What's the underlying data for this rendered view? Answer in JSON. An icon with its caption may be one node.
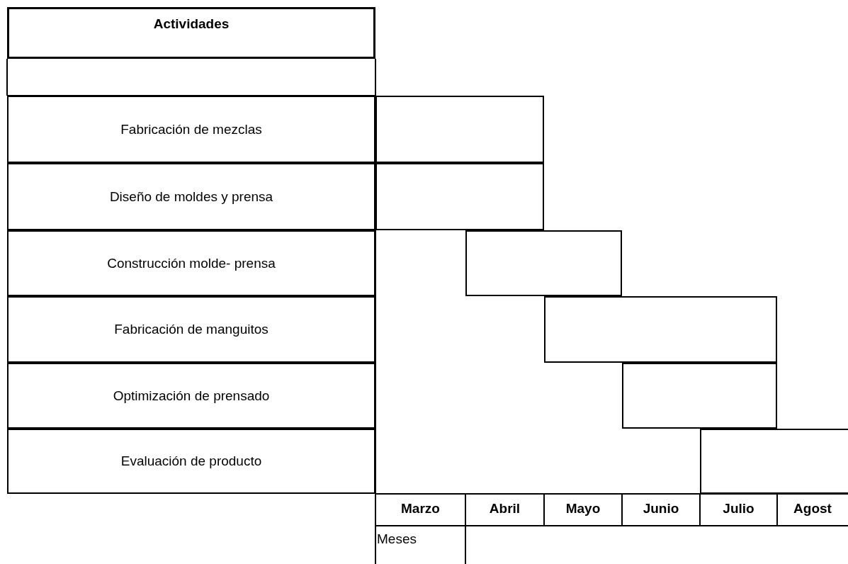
{
  "diagram": {
    "nodes": [
      {
        "text": [
          "Actividades"
        ]
      },
      {
        "text": [
          "Fabricación de mezclas"
        ]
      },
      {
        "text": [
          "Diseño de moldes y prensa"
        ]
      },
      {
        "text": [
          "Construcción molde- prensa"
        ]
      },
      {
        "text": [
          "Fabricación de manguitos"
        ]
      },
      {
        "text": [
          "Optimización de prensado"
        ]
      },
      {
        "text": [
          "Evaluación de producto"
        ]
      },
      {
        "text": [],
        "shape": "bar"
      },
      {
        "text": [],
        "shape": "bar"
      },
      {
        "text": [],
        "shape": "bar"
      },
      {
        "text": [],
        "shape": "bar"
      },
      {
        "text": [],
        "shape": "bar"
      },
      {
        "text": [],
        "shape": "bar"
      }
    ],
    "labels": [
      "Marzo",
      "Abril",
      "Mayo",
      "Junio",
      "Julio",
      "Agost",
      "Meses"
    ]
  }
}
